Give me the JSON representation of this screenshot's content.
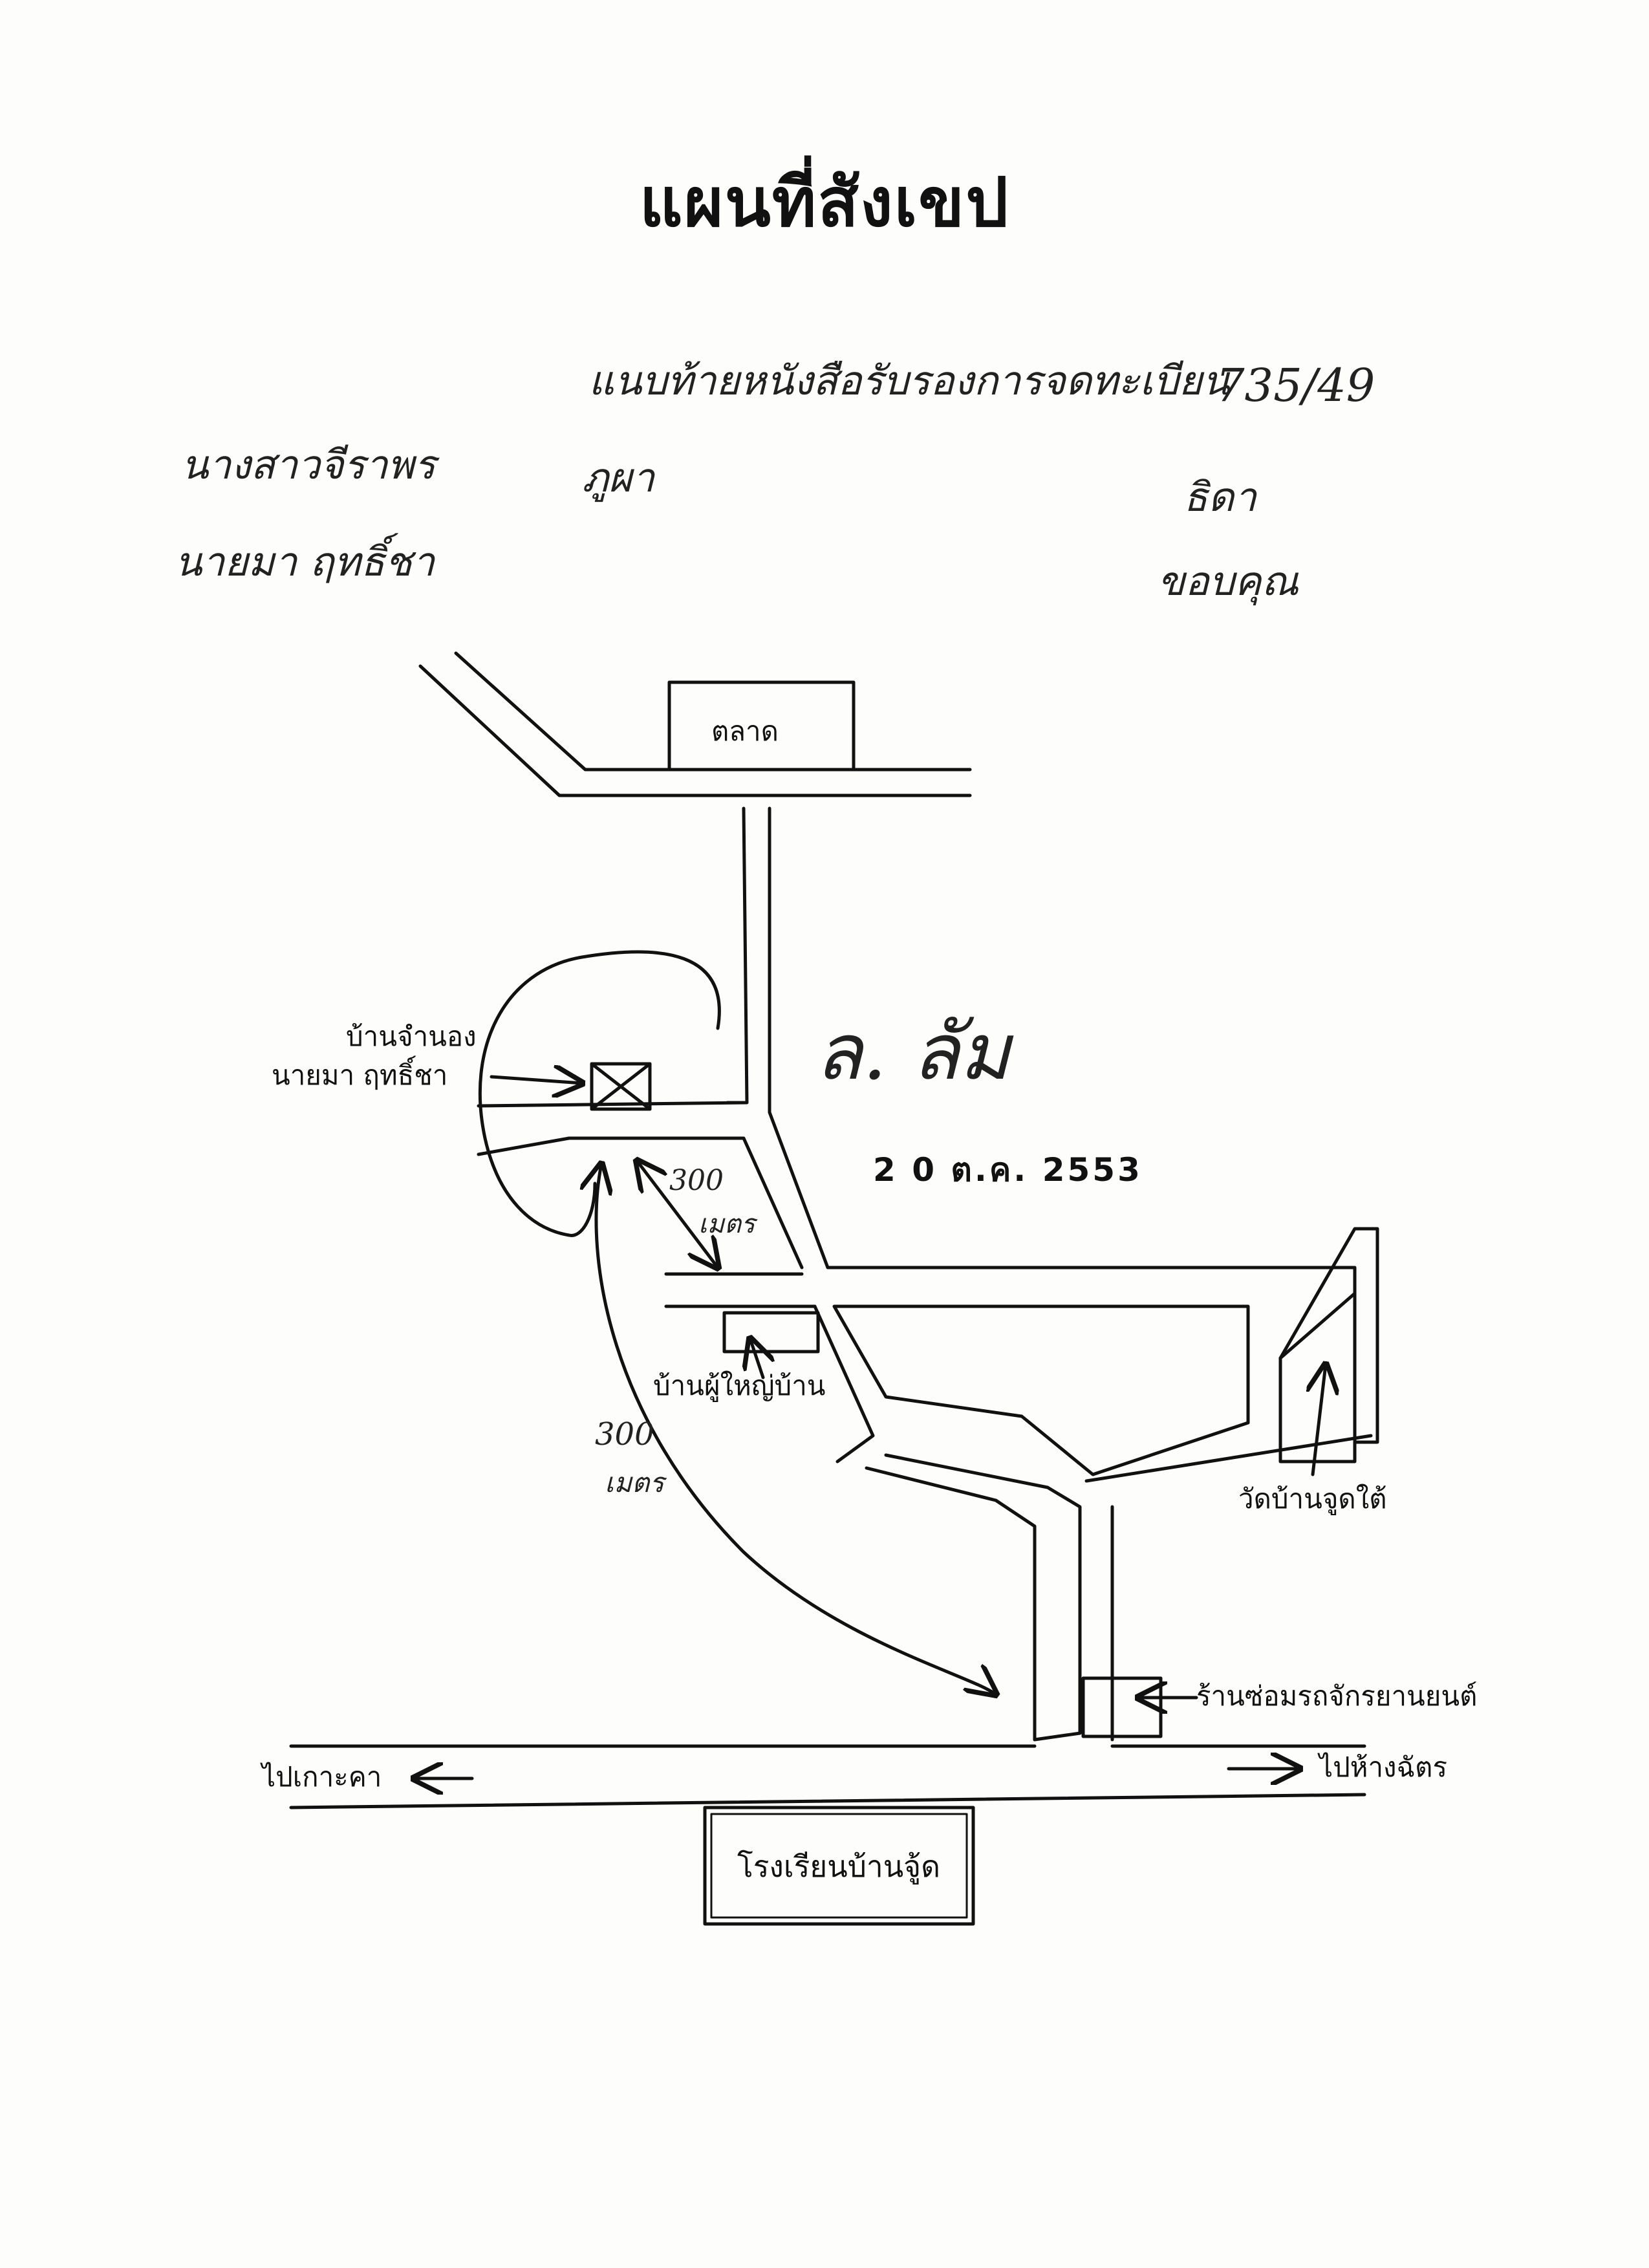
{
  "title": "แผนที่สังเขป",
  "handwritten": {
    "case_line": "แนบท้ายหนังสือรับรองการจดทะเบียน",
    "number": "735/49",
    "place": "ภูผา",
    "side_1": "ธิดา",
    "side_2": "ขอบคุณ",
    "name_1": "นางสาวจีราพร",
    "name_2": "นายมา ฤทธิ์ชา"
  },
  "signature": "ล. ลัม",
  "date_stamp": "2 0 ต.ค. 2553",
  "map_labels": {
    "market": "ตลาด",
    "house_line1": "บ้านจำนอง",
    "house_line2": "นายมา ฤทธิ์ชา",
    "dist_short_num": "300",
    "dist_short_unit": "เมตร",
    "village_head": "บ้านผู้ใหญ่บ้าน",
    "dist_long_num": "300",
    "dist_long_unit": "เมตร",
    "temple": "วัดบ้านจูดใต้",
    "repair_shop": "ร้านซ่อมรถจักรยานยนต์",
    "to_left": "ไปเกาะคา",
    "to_right": "ไปห้างฉัตร",
    "school": "โรงเรียนบ้านจู้ด"
  }
}
